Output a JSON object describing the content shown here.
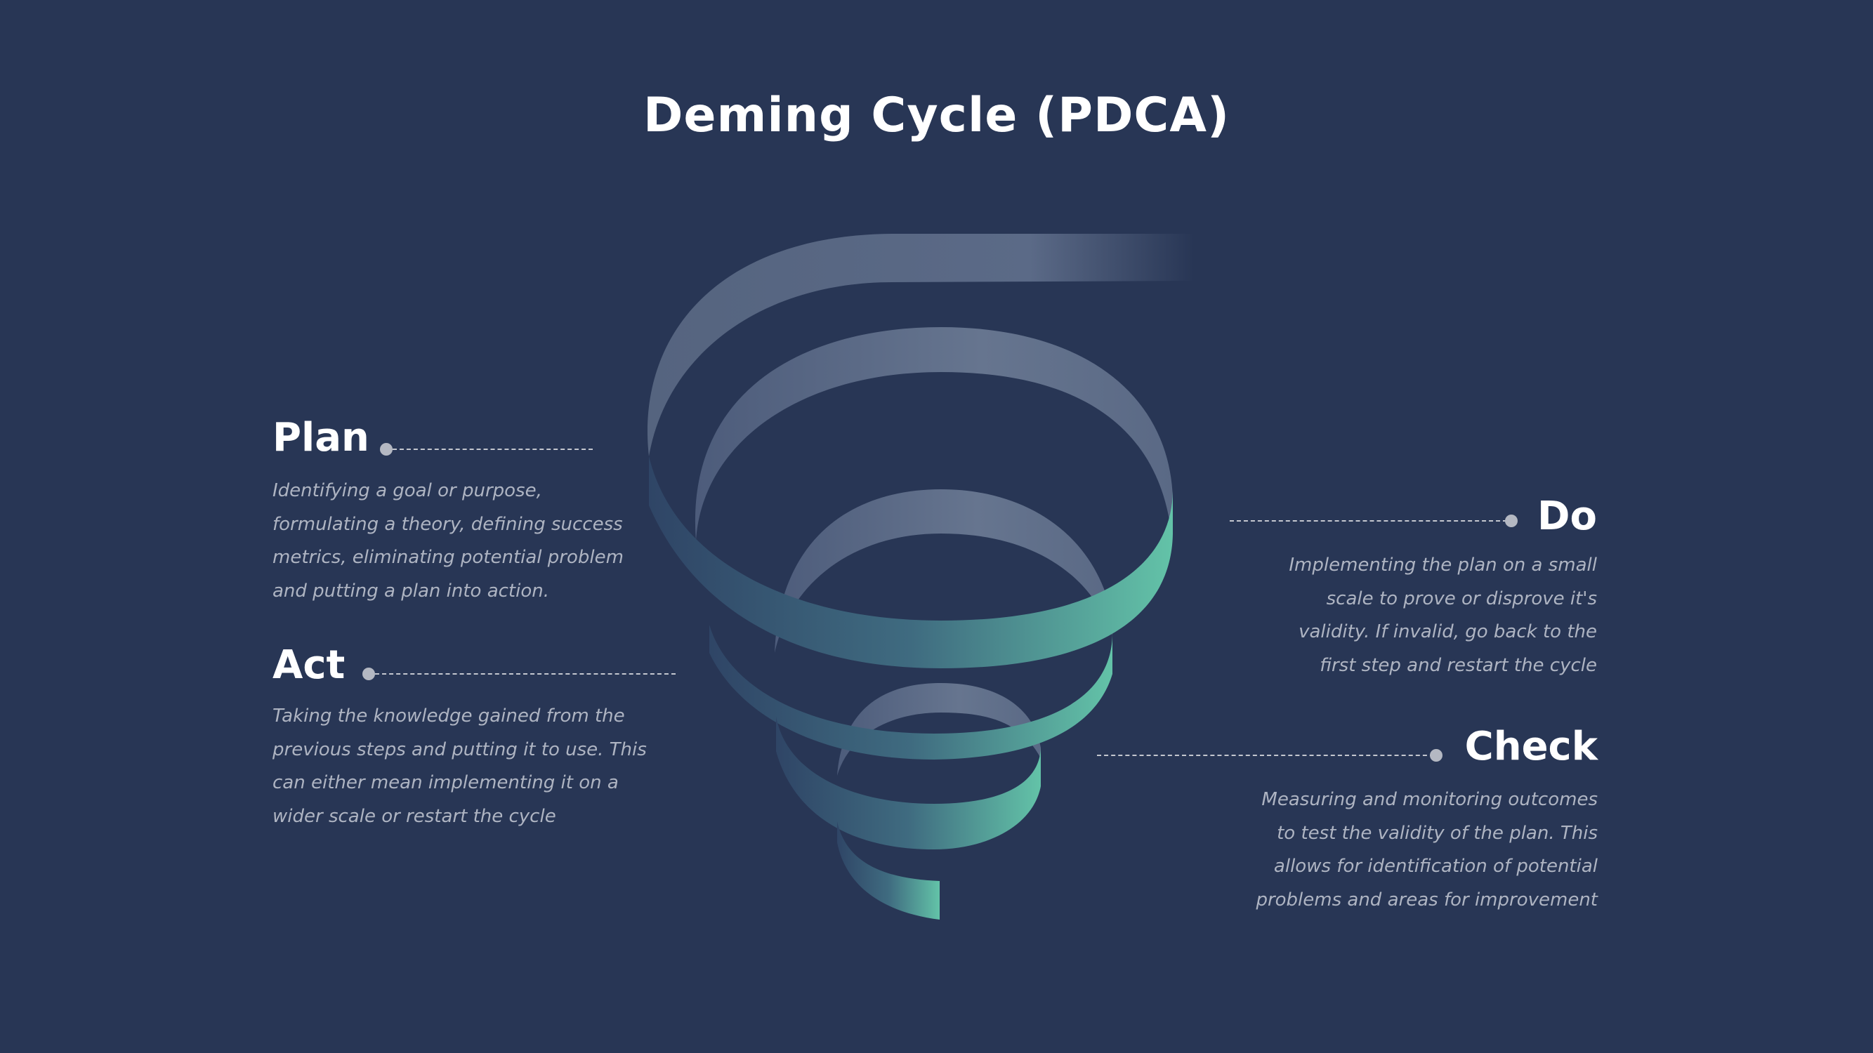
{
  "title": "Deming Cycle (PDCA)",
  "colors": {
    "background": "#283655",
    "ribbon_back": "#5b6a87",
    "ribbon_front_start": "#3b5675",
    "ribbon_front_end": "#62c0a6"
  },
  "steps": {
    "plan": {
      "heading": "Plan",
      "lines": [
        "Identifying a goal or purpose,",
        "formulating a theory, defining success",
        "metrics, eliminating potential problem",
        "and putting a plan into action."
      ]
    },
    "act": {
      "heading": "Act",
      "lines": [
        "Taking the knowledge gained from the",
        "previous steps and putting it to use. This",
        "can either mean implementing it on a",
        "wider scale or restart the cycle"
      ]
    },
    "do": {
      "heading": "Do",
      "lines": [
        "Implementing the plan on a small",
        "scale to prove or disprove it's",
        "validity. If invalid, go back to the",
        "first step and restart the cycle"
      ]
    },
    "check": {
      "heading": "Check",
      "lines": [
        "Measuring and monitoring outcomes",
        "to test the validity of the plan. This",
        "allows for identification of potential",
        "problems and areas for improvement"
      ]
    }
  }
}
